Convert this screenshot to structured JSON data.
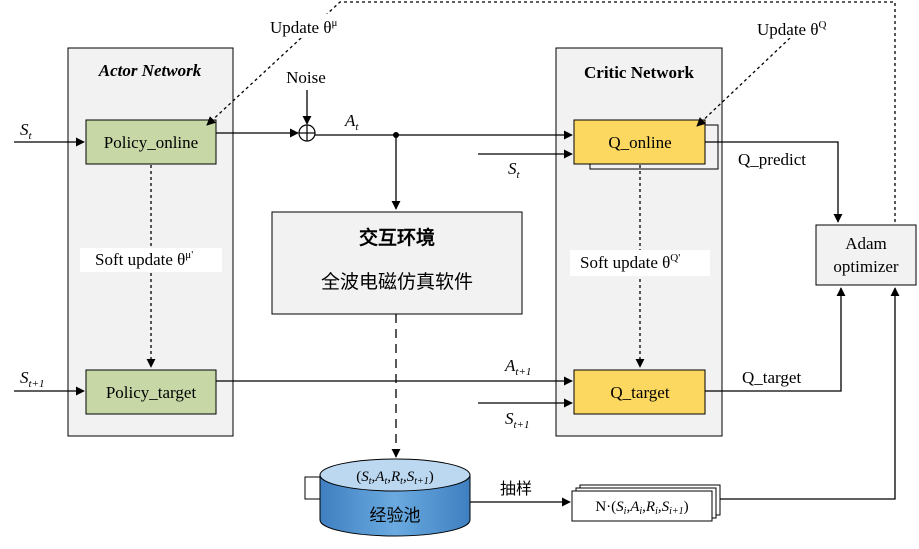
{
  "actor": {
    "title": "Actor Network",
    "policy_online": "Policy_online",
    "policy_target": "Policy_target",
    "soft_update": {
      "text": "Soft update θ",
      "sup": "μ'"
    },
    "update": {
      "text": "Update θ",
      "sup": "μ"
    }
  },
  "critic": {
    "title": "Critic Network",
    "q_online": "Q_online",
    "q_target": "Q_target",
    "soft_update": {
      "text": "Soft update θ",
      "sup": "Q'"
    },
    "update": {
      "text": "Update θ",
      "sup": "Q"
    }
  },
  "noise": "Noise",
  "signals": {
    "s_t": {
      "base": "S",
      "sub": "t"
    },
    "s_t1": {
      "base": "S",
      "sub": "t+1"
    },
    "a_t": {
      "base": "A",
      "sub": "t"
    },
    "a_t1": {
      "base": "A",
      "sub": "t+1"
    }
  },
  "environment": {
    "title": "交互环境",
    "subtitle": "全波电磁仿真软件"
  },
  "q_predict": "Q_predict",
  "q_target_label": "Q_target",
  "optimizer": {
    "line1": "Adam",
    "line2": "optimizer"
  },
  "replay": {
    "label": "经验池",
    "tuple": {
      "S": "S",
      "t": "t",
      "A": "A",
      "R": "R",
      "t1": "t+1"
    }
  },
  "sampling": "抽样",
  "batch": {
    "prefix": "N·(",
    "S": "S",
    "A": "A",
    "R": "R",
    "i": "i",
    "i1": "i+1",
    "suffix": ")"
  },
  "colors": {
    "green": "#c7d8a6",
    "yellow": "#fdd860",
    "blue": "#5b9bd5",
    "panel": "#f2f2f2"
  }
}
